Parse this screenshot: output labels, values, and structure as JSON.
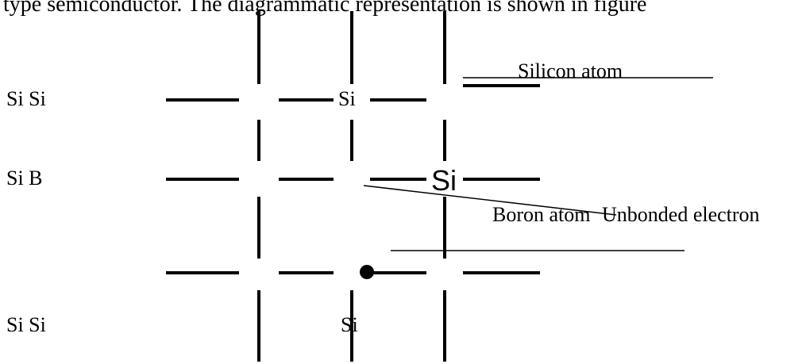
{
  "caption": "type semiconductor. The diagrammatic representation is shown in figure",
  "rows": {
    "top": "Si Si",
    "middle": "Si B",
    "bottom": "Si Si"
  },
  "atoms": {
    "top_center": "Si",
    "middle_right": "Si",
    "bottom_center": "Si"
  },
  "labels": {
    "silicon_atom": "Silicon atom",
    "boron_atom": "Boron atom",
    "unbonded_electron": "Unbonded electron"
  }
}
